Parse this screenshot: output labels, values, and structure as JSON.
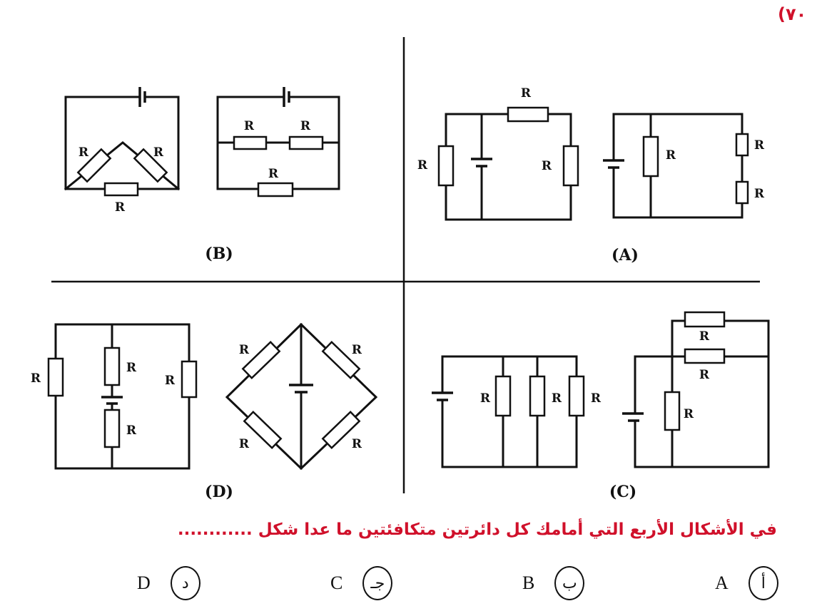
{
  "question_number": "(٧٠",
  "resistor_label": "R",
  "panels": {
    "A": "(A)",
    "B": "(B)",
    "C": "(C)",
    "D": "(D)"
  },
  "question": "في الأشكال الأربع التي أمامك كل دائرتين متكافئتين ما عدا شكل ............",
  "options": [
    {
      "letter": "أ",
      "value": "A"
    },
    {
      "letter": "ب",
      "value": "B"
    },
    {
      "letter": "جـ",
      "value": "C"
    },
    {
      "letter": "د",
      "value": "D"
    }
  ],
  "colors": {
    "accent": "#d0102a",
    "ink": "#111111"
  }
}
